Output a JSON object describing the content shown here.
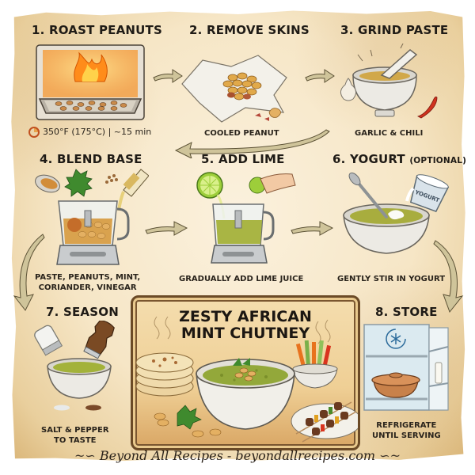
{
  "infographic": {
    "title_line1": "ZESTY AFRICAN",
    "title_line2": "MINT CHUTNEY",
    "footer": "Beyond All Recipes - beyondallrecipes.com",
    "colors": {
      "parchment": "#f6e6c6",
      "parchment_edge": "#d9b476",
      "text": "#1f1b16",
      "arrow": "#cfc49a",
      "arrow_outline": "#5c5236",
      "chutney_green": "#9bac3c",
      "frame_brown": "#6b4a26"
    }
  },
  "steps": [
    {
      "number": "1.",
      "title": "ROAST PEANUTS",
      "caption": "350°F (175°C) | ~15 min",
      "icon": "oven-icon",
      "sub_icon": "timer-icon"
    },
    {
      "number": "2.",
      "title": "REMOVE SKINS",
      "caption": "COOLED PEANUT",
      "icon": "peanuts-on-towel-icon"
    },
    {
      "number": "3.",
      "title": "GRIND PASTE",
      "caption": "GARLIC & CHILI",
      "icon": "mortar-pestle-icon"
    },
    {
      "number": "4.",
      "title": "BLEND BASE",
      "caption_line1": "PASTE, PEANUTS, MINT,",
      "caption_line2": "CORIANDER, VINEGAR",
      "icon": "food-processor-icon"
    },
    {
      "number": "5.",
      "title": "ADD LIME",
      "caption": "GRADUALLY ADD LIME JUICE",
      "icon": "lime-squeeze-icon"
    },
    {
      "number": "6.",
      "title": "YOGURT",
      "title_note": "(OPTIONAL)",
      "caption": "GENTLY STIR IN YOGURT",
      "icon": "yogurt-bowl-icon",
      "cup_label": "YOGURT"
    },
    {
      "number": "7.",
      "title": "SEASON",
      "caption_line1": "SALT & PEPPER",
      "caption_line2": "TO TASTE",
      "icon": "salt-pepper-icon"
    },
    {
      "number": "8.",
      "title": "STORE",
      "caption_line1": "REFRIGERATE",
      "caption_line2": "UNTIL SERVING",
      "icon": "fridge-icon"
    }
  ]
}
